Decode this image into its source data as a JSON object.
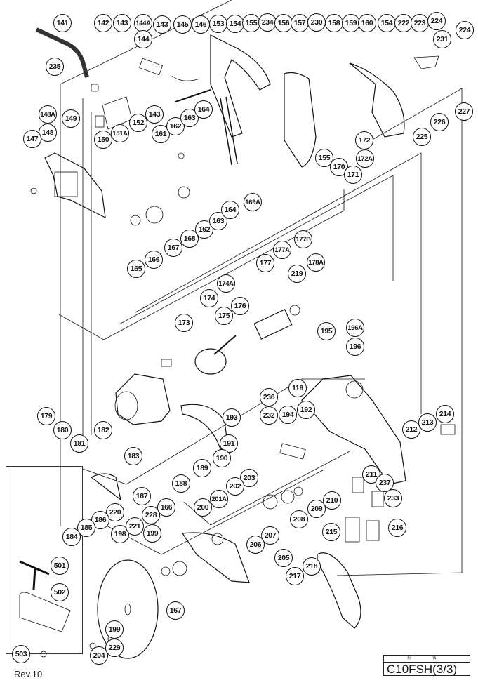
{
  "document": {
    "revision": "Rev.10",
    "title_block": {
      "header": "形 名",
      "model": "C10FSH(3/3)"
    }
  },
  "colors": {
    "line": "#111111",
    "part_fill": "#ffffff",
    "background": "#ffffff"
  },
  "callouts": [
    "141",
    "142",
    "143",
    "144A",
    "143",
    "144",
    "145",
    "146",
    "153",
    "154",
    "155",
    "234",
    "156",
    "157",
    "230",
    "158",
    "159",
    "160",
    "154",
    "222",
    "223",
    "224",
    "231",
    "224",
    "235",
    "148A",
    "148",
    "149",
    "147",
    "150",
    "151A",
    "152",
    "143",
    "161",
    "162",
    "163",
    "164",
    "227",
    "226",
    "225",
    "155",
    "170",
    "171",
    "172",
    "172A",
    "165",
    "166",
    "167",
    "168",
    "162",
    "163",
    "164",
    "169A",
    "177B",
    "177A",
    "177",
    "219",
    "178A",
    "174A",
    "174",
    "175",
    "176",
    "173",
    "195",
    "196A",
    "196",
    "179",
    "180",
    "181",
    "182",
    "183",
    "119",
    "236",
    "232",
    "194",
    "192",
    "193",
    "191",
    "190",
    "189",
    "188",
    "212",
    "213",
    "214",
    "187",
    "220",
    "186",
    "185",
    "184",
    "203",
    "202",
    "201A",
    "200",
    "209",
    "208",
    "210",
    "211",
    "237",
    "233",
    "207",
    "206",
    "205",
    "215",
    "216",
    "218",
    "217",
    "198",
    "221",
    "228",
    "199",
    "166",
    "167",
    "501",
    "502",
    "503",
    "204",
    "199",
    "229"
  ],
  "accessories_box": {
    "items": [
      "501",
      "502",
      "503"
    ]
  }
}
